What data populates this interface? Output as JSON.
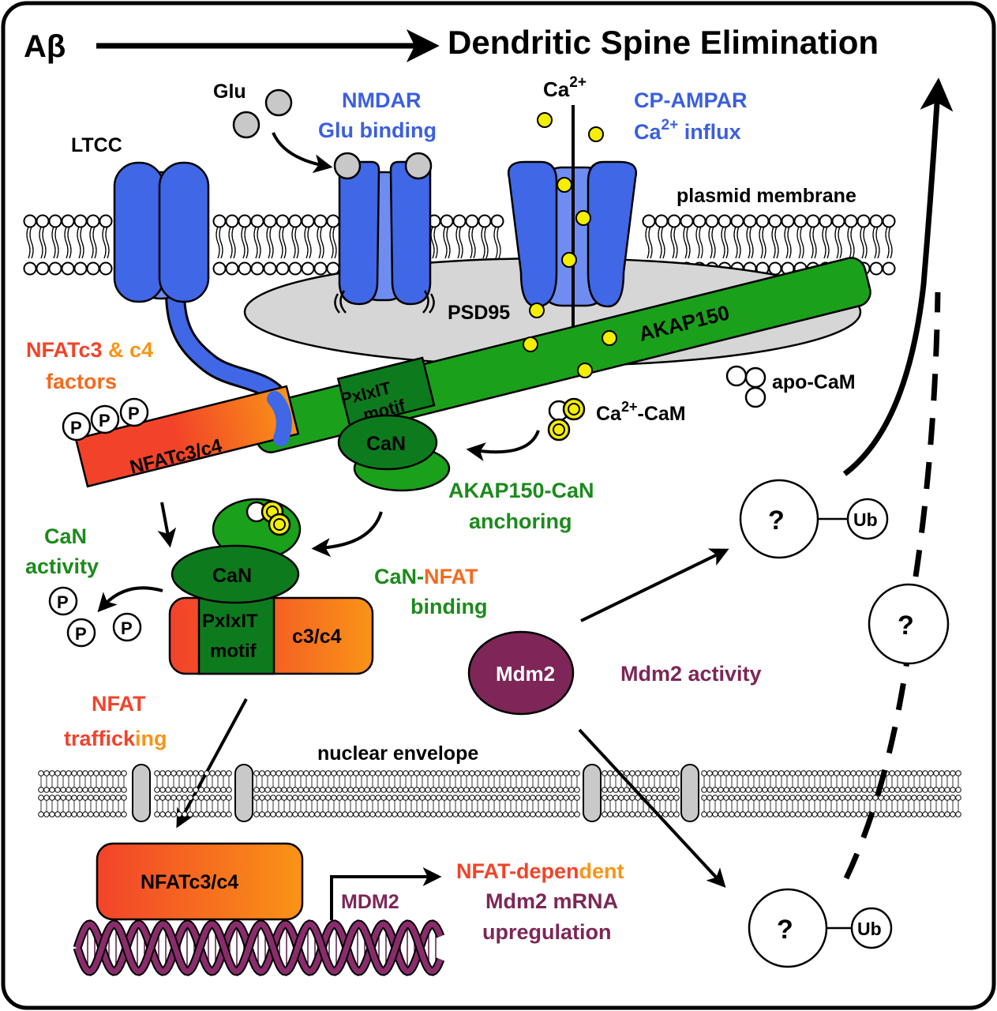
{
  "header": {
    "abeta": "Aβ",
    "result": "Dendritic Spine Elimination"
  },
  "labels": {
    "glu": "Glu",
    "nmdar_line1": "NMDAR",
    "nmdar_line2": "Glu binding",
    "ca_base": "Ca",
    "ca_sup": "2+",
    "cpampar_line1": "CP-AMPAR",
    "cpampar_line2_base": "Ca",
    "cpampar_line2_sup": "2+",
    "cpampar_line2_rest": " influx",
    "ltcc": "LTCC",
    "plasmid_membrane": "plasmid membrane",
    "psd95": "PSD95",
    "akap150": "AKAP150",
    "nfat_factors_line1_a": "NFATc3",
    "nfat_factors_line1_b": " & c4",
    "nfat_factors_line2": "factors",
    "apo_cam": "apo-CaM",
    "ca_cam_base": "Ca",
    "ca_cam_sup": "2+",
    "ca_cam_rest": "-CaM",
    "pxixit_line1": "PxIxIT",
    "pxixit_line2": "motif",
    "can": "CaN",
    "nfatc3c4": "NFATc3/c4",
    "phospho": "P",
    "akap_can_line1": "AKAP150-CaN",
    "akap_can_line2": "anchoring",
    "can_activity_line1": "CaN",
    "can_activity_line2": "activity",
    "can_nfat_a": "CaN-",
    "can_nfat_b": "NFAT",
    "can_nfat_line2": "binding",
    "c3c4": "c3/c4",
    "mdm2": "Mdm2",
    "mdm2_activity": "Mdm2 activity",
    "unknown": "?",
    "ub": "Ub",
    "nfat_trafficking_line1": "NFAT",
    "nfat_trafficking_line2": "trafficking",
    "nuclear_envelope": "nuclear envelope",
    "mdm2_gene": "MDM2",
    "upreg_line1": "NFAT-dependent",
    "upreg_line2": "Mdm2 mRNA",
    "upreg_line3": "upregulation"
  },
  "colors": {
    "channel_blue": "#3f67e6",
    "text_blue": "#3b5fe0",
    "akap_green": "#1ba01b",
    "can_green": "#0e7a1e",
    "text_green": "#1c8a1c",
    "nfat_red": "#f2432a",
    "nfat_orange": "#f99416",
    "mdm2_purple": "#7d2657",
    "psd_gray": "#d6d6d6",
    "ca_yellow": "#f4ee00",
    "dna_purple": "#8a2c6c"
  }
}
